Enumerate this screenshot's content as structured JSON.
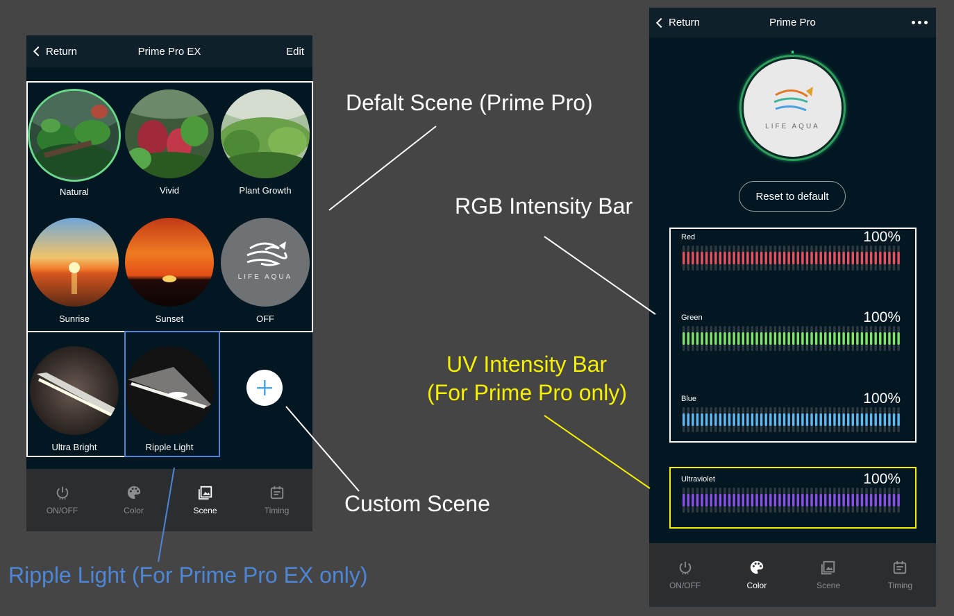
{
  "left_screen": {
    "back_label": "Return",
    "title": "Prime Pro EX",
    "edit_label": "Edit",
    "scenes": [
      {
        "label": "Natural"
      },
      {
        "label": "Vivid"
      },
      {
        "label": "Plant Growth"
      },
      {
        "label": "Sunrise"
      },
      {
        "label": "Sunset"
      },
      {
        "label": "OFF"
      },
      {
        "label": "Ultra Bright"
      },
      {
        "label": "Ripple Light"
      }
    ],
    "logo_text": "LIFE AQUA",
    "tabs": [
      {
        "label": "ON/OFF",
        "icon": "power-icon"
      },
      {
        "label": "Color",
        "icon": "palette-icon"
      },
      {
        "label": "Scene",
        "icon": "image-icon"
      },
      {
        "label": "Timing",
        "icon": "calendar-icon"
      }
    ],
    "active_tab": "Scene"
  },
  "right_screen": {
    "back_label": "Return",
    "title": "Prime Pro",
    "logo_text": "LIFE AQUA",
    "reset_label": "Reset to default",
    "channels": [
      {
        "name": "Red",
        "percent": "100%",
        "color": "#e8525e"
      },
      {
        "name": "Green",
        "percent": "100%",
        "color": "#7ee56a"
      },
      {
        "name": "Blue",
        "percent": "100%",
        "color": "#5fb8f0"
      },
      {
        "name": "Ultraviolet",
        "percent": "100%",
        "color": "#8a4fe6"
      }
    ],
    "tabs": [
      {
        "label": "ON/OFF",
        "icon": "power-icon"
      },
      {
        "label": "Color",
        "icon": "palette-icon"
      },
      {
        "label": "Scene",
        "icon": "image-icon"
      },
      {
        "label": "Timing",
        "icon": "calendar-icon"
      }
    ],
    "active_tab": "Color"
  },
  "annotations": {
    "default_scene": "Defalt Scene (Prime Pro)",
    "rgb_bar": "RGB Intensity Bar",
    "uv_bar_line1": "UV Intensity Bar",
    "uv_bar_line2": "(For Prime Pro only)",
    "custom_scene": "Custom Scene",
    "ripple_light": "Ripple Light (For Prime Pro EX only)"
  },
  "colors": {
    "background": "#454545",
    "screen": "#021722",
    "uv_annotation": "#f4f000",
    "ripple_annotation": "#4d86d6",
    "selected_ring": "#6bd98a"
  }
}
